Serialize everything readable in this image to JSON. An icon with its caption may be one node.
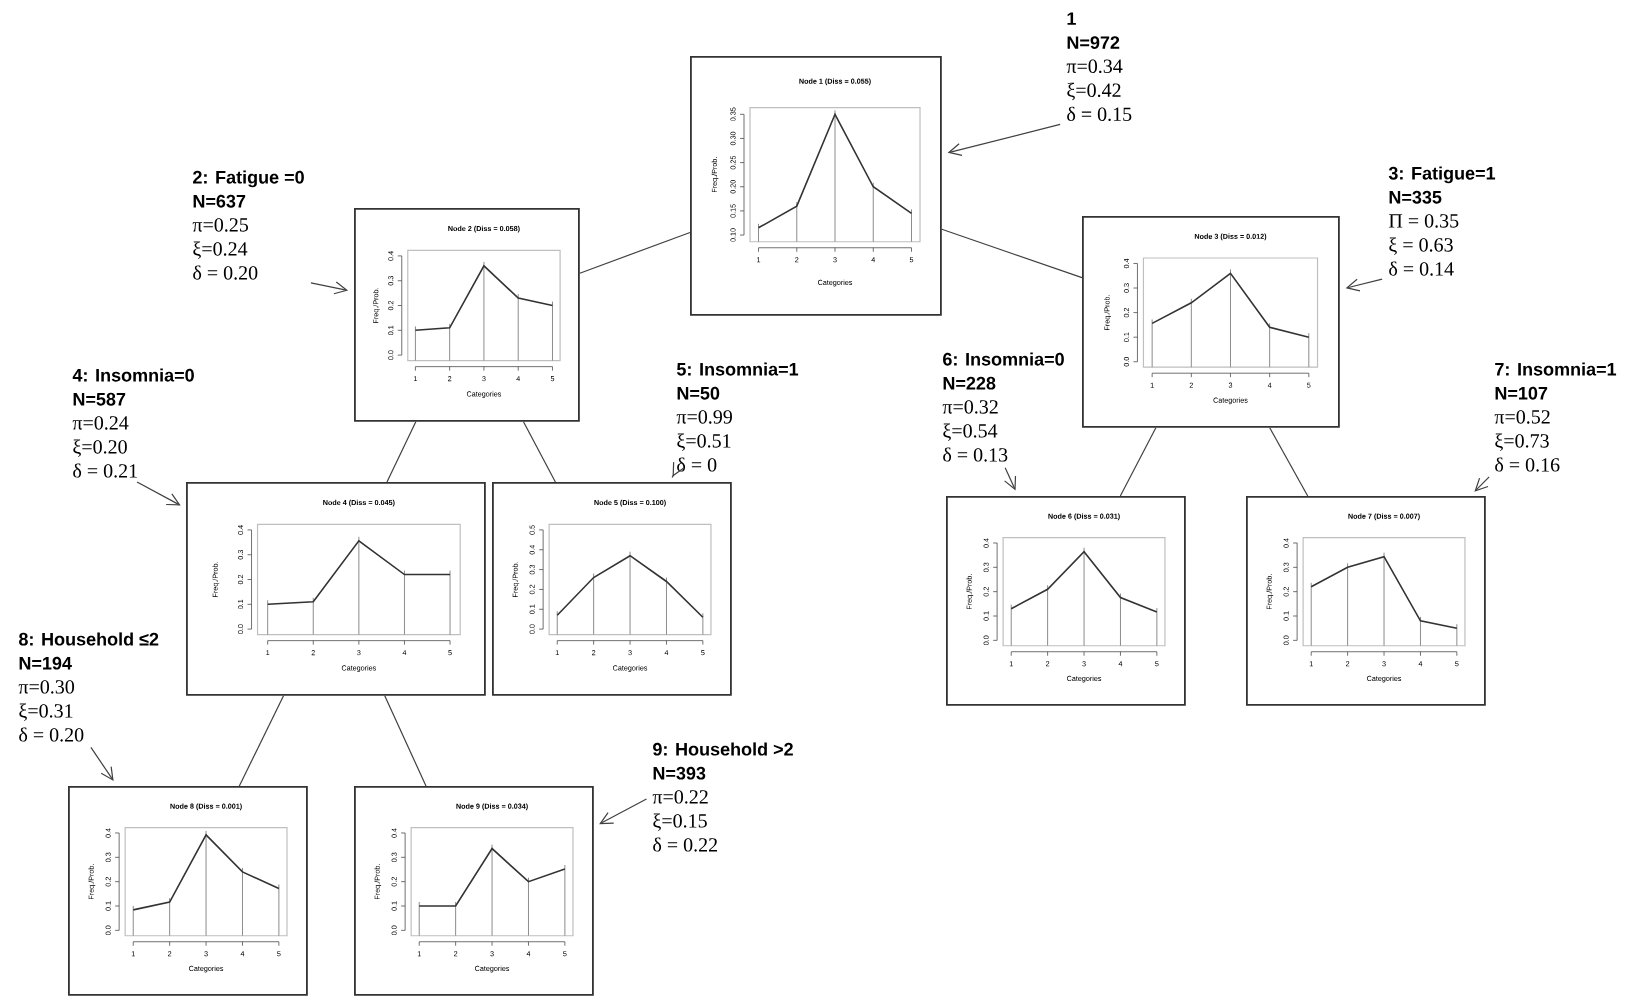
{
  "diagram": {
    "nodes": [
      {
        "text": [
          "Node 1 (Diss = 0.055)",
          "0.10",
          "0.15",
          "0.20",
          "0.25",
          "0.30",
          "0.35",
          "1",
          "2",
          "3",
          "4",
          "5",
          "Freq./Prob.",
          "Categories"
        ]
      },
      {
        "text": [
          "Node 2 (Diss = 0.058)",
          "0.0",
          "0.1",
          "0.2",
          "0.3",
          "0.4",
          "1",
          "2",
          "3",
          "4",
          "5",
          "Freq./Prob.",
          "Categories"
        ]
      },
      {
        "text": [
          "Node 3 (Diss = 0.012)",
          "0.0",
          "0.1",
          "0.2",
          "0.3",
          "0.4",
          "1",
          "2",
          "3",
          "4",
          "5",
          "Freq./Prob.",
          "Categories"
        ]
      },
      {
        "text": [
          "Node 4 (Diss = 0.045)",
          "0.0",
          "0.1",
          "0.2",
          "0.3",
          "0.4",
          "1",
          "2",
          "3",
          "4",
          "5",
          "Freq./Prob.",
          "Categories"
        ]
      },
      {
        "text": [
          "Node 5 (Diss = 0.100)",
          "0.0",
          "0.1",
          "0.2",
          "0.3",
          "0.4",
          "0.5",
          "1",
          "2",
          "3",
          "4",
          "5",
          "Freq./Prob.",
          "Categories"
        ]
      },
      {
        "text": [
          "Node 6 (Diss = 0.031)",
          "0.0",
          "0.1",
          "0.2",
          "0.3",
          "0.4",
          "1",
          "2",
          "3",
          "4",
          "5",
          "Freq./Prob.",
          "Categories"
        ]
      },
      {
        "text": [
          "Node 7 (Diss = 0.007)",
          "0.0",
          "0.1",
          "0.2",
          "0.3",
          "0.4",
          "1",
          "2",
          "3",
          "4",
          "5",
          "Freq./Prob.",
          "Categories"
        ]
      },
      {
        "text": [
          "Node 8 (Diss = 0.001)",
          "0.0",
          "0.1",
          "0.2",
          "0.3",
          "0.4",
          "1",
          "2",
          "3",
          "4",
          "5",
          "Freq./Prob.",
          "Categories"
        ]
      },
      {
        "text": [
          "Node 9 (Diss = 0.034)",
          "0.0",
          "0.1",
          "0.2",
          "0.3",
          "0.4",
          "1",
          "2",
          "3",
          "4",
          "5",
          "Freq./Prob.",
          "Categories"
        ]
      },
      {
        "text": [
          "1",
          "N=972",
          "π=0.34",
          "ξ=0.42",
          "δ = 0.15"
        ]
      },
      {
        "text": [
          "2: Fatigue =0",
          "N=637",
          "π=0.25",
          "ξ=0.24",
          "δ = 0.20"
        ]
      },
      {
        "text": [
          "3: Fatigue=1",
          "N=335",
          "Π = 0.35",
          "ξ = 0.63",
          "δ = 0.14"
        ]
      },
      {
        "text": [
          "4: Insomnia=0",
          "N=587",
          "π=0.24",
          "ξ=0.20",
          "δ = 0.21"
        ]
      },
      {
        "text": [
          "5: Insomnia=1",
          "N=50",
          "π=0.99",
          "ξ=0.51",
          "δ = 0"
        ]
      },
      {
        "text": [
          "6: Insomnia=0",
          "N=228",
          "π=0.32",
          "ξ=0.54",
          "δ = 0.13"
        ]
      },
      {
        "text": [
          "7: Insomnia=1",
          "N=107",
          "π=0.52",
          "ξ=0.73",
          "δ = 0.16"
        ]
      },
      {
        "text": [
          "8: Household ≤2",
          "N=194",
          "π=0.30",
          "ξ=0.31",
          "δ = 0.20"
        ]
      },
      {
        "text": [
          "9: Household >2",
          "N=393",
          "π=0.22",
          "ξ=0.15",
          "δ = 0.22"
        ]
      }
    ],
    "edges": [
      {
        "from": 0,
        "to": 1,
        "arrow": "none"
      },
      {
        "from": 0,
        "to": 2,
        "arrow": "none"
      },
      {
        "from": 1,
        "to": 3,
        "arrow": "none"
      },
      {
        "from": 1,
        "to": 4,
        "arrow": "none"
      },
      {
        "from": 2,
        "to": 5,
        "arrow": "none"
      },
      {
        "from": 2,
        "to": 6,
        "arrow": "none"
      },
      {
        "from": 3,
        "to": 7,
        "arrow": "none"
      },
      {
        "from": 3,
        "to": 8,
        "arrow": "none"
      },
      {
        "from": 9,
        "to": 0,
        "arrow": "to"
      },
      {
        "from": 10,
        "to": 1,
        "arrow": "to"
      },
      {
        "from": 11,
        "to": 2,
        "arrow": "to"
      },
      {
        "from": 12,
        "to": 3,
        "arrow": "to"
      },
      {
        "from": 13,
        "to": 4,
        "arrow": "to"
      },
      {
        "from": 14,
        "to": 5,
        "arrow": "to"
      },
      {
        "from": 15,
        "to": 6,
        "arrow": "to"
      },
      {
        "from": 16,
        "to": 7,
        "arrow": "to"
      },
      {
        "from": 17,
        "to": 8,
        "arrow": "to"
      }
    ]
  }
}
